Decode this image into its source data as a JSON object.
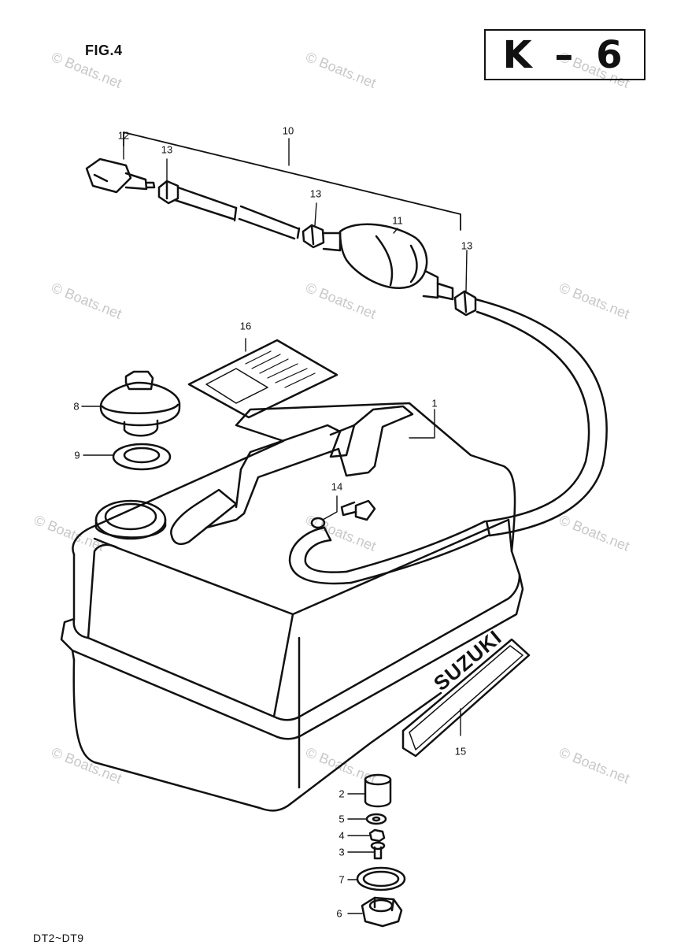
{
  "figure_label": "FIG.4",
  "page_code": "K – 6",
  "model_range": "DT2~DT9",
  "brand_logo_text": "SUZUKI",
  "watermark": "© Boats.net",
  "callouts": {
    "c1": "1",
    "c2": "2",
    "c3": "3",
    "c4": "4",
    "c5": "5",
    "c6": "6",
    "c7": "7",
    "c8": "8",
    "c9": "9",
    "c10": "10",
    "c11": "11",
    "c12": "12",
    "c13a": "13",
    "c13b": "13",
    "c13c": "13",
    "c14": "14",
    "c15": "15",
    "c16": "16"
  },
  "colors": {
    "ink": "#111111",
    "watermark": "#c8c8c8",
    "background": "#ffffff"
  }
}
